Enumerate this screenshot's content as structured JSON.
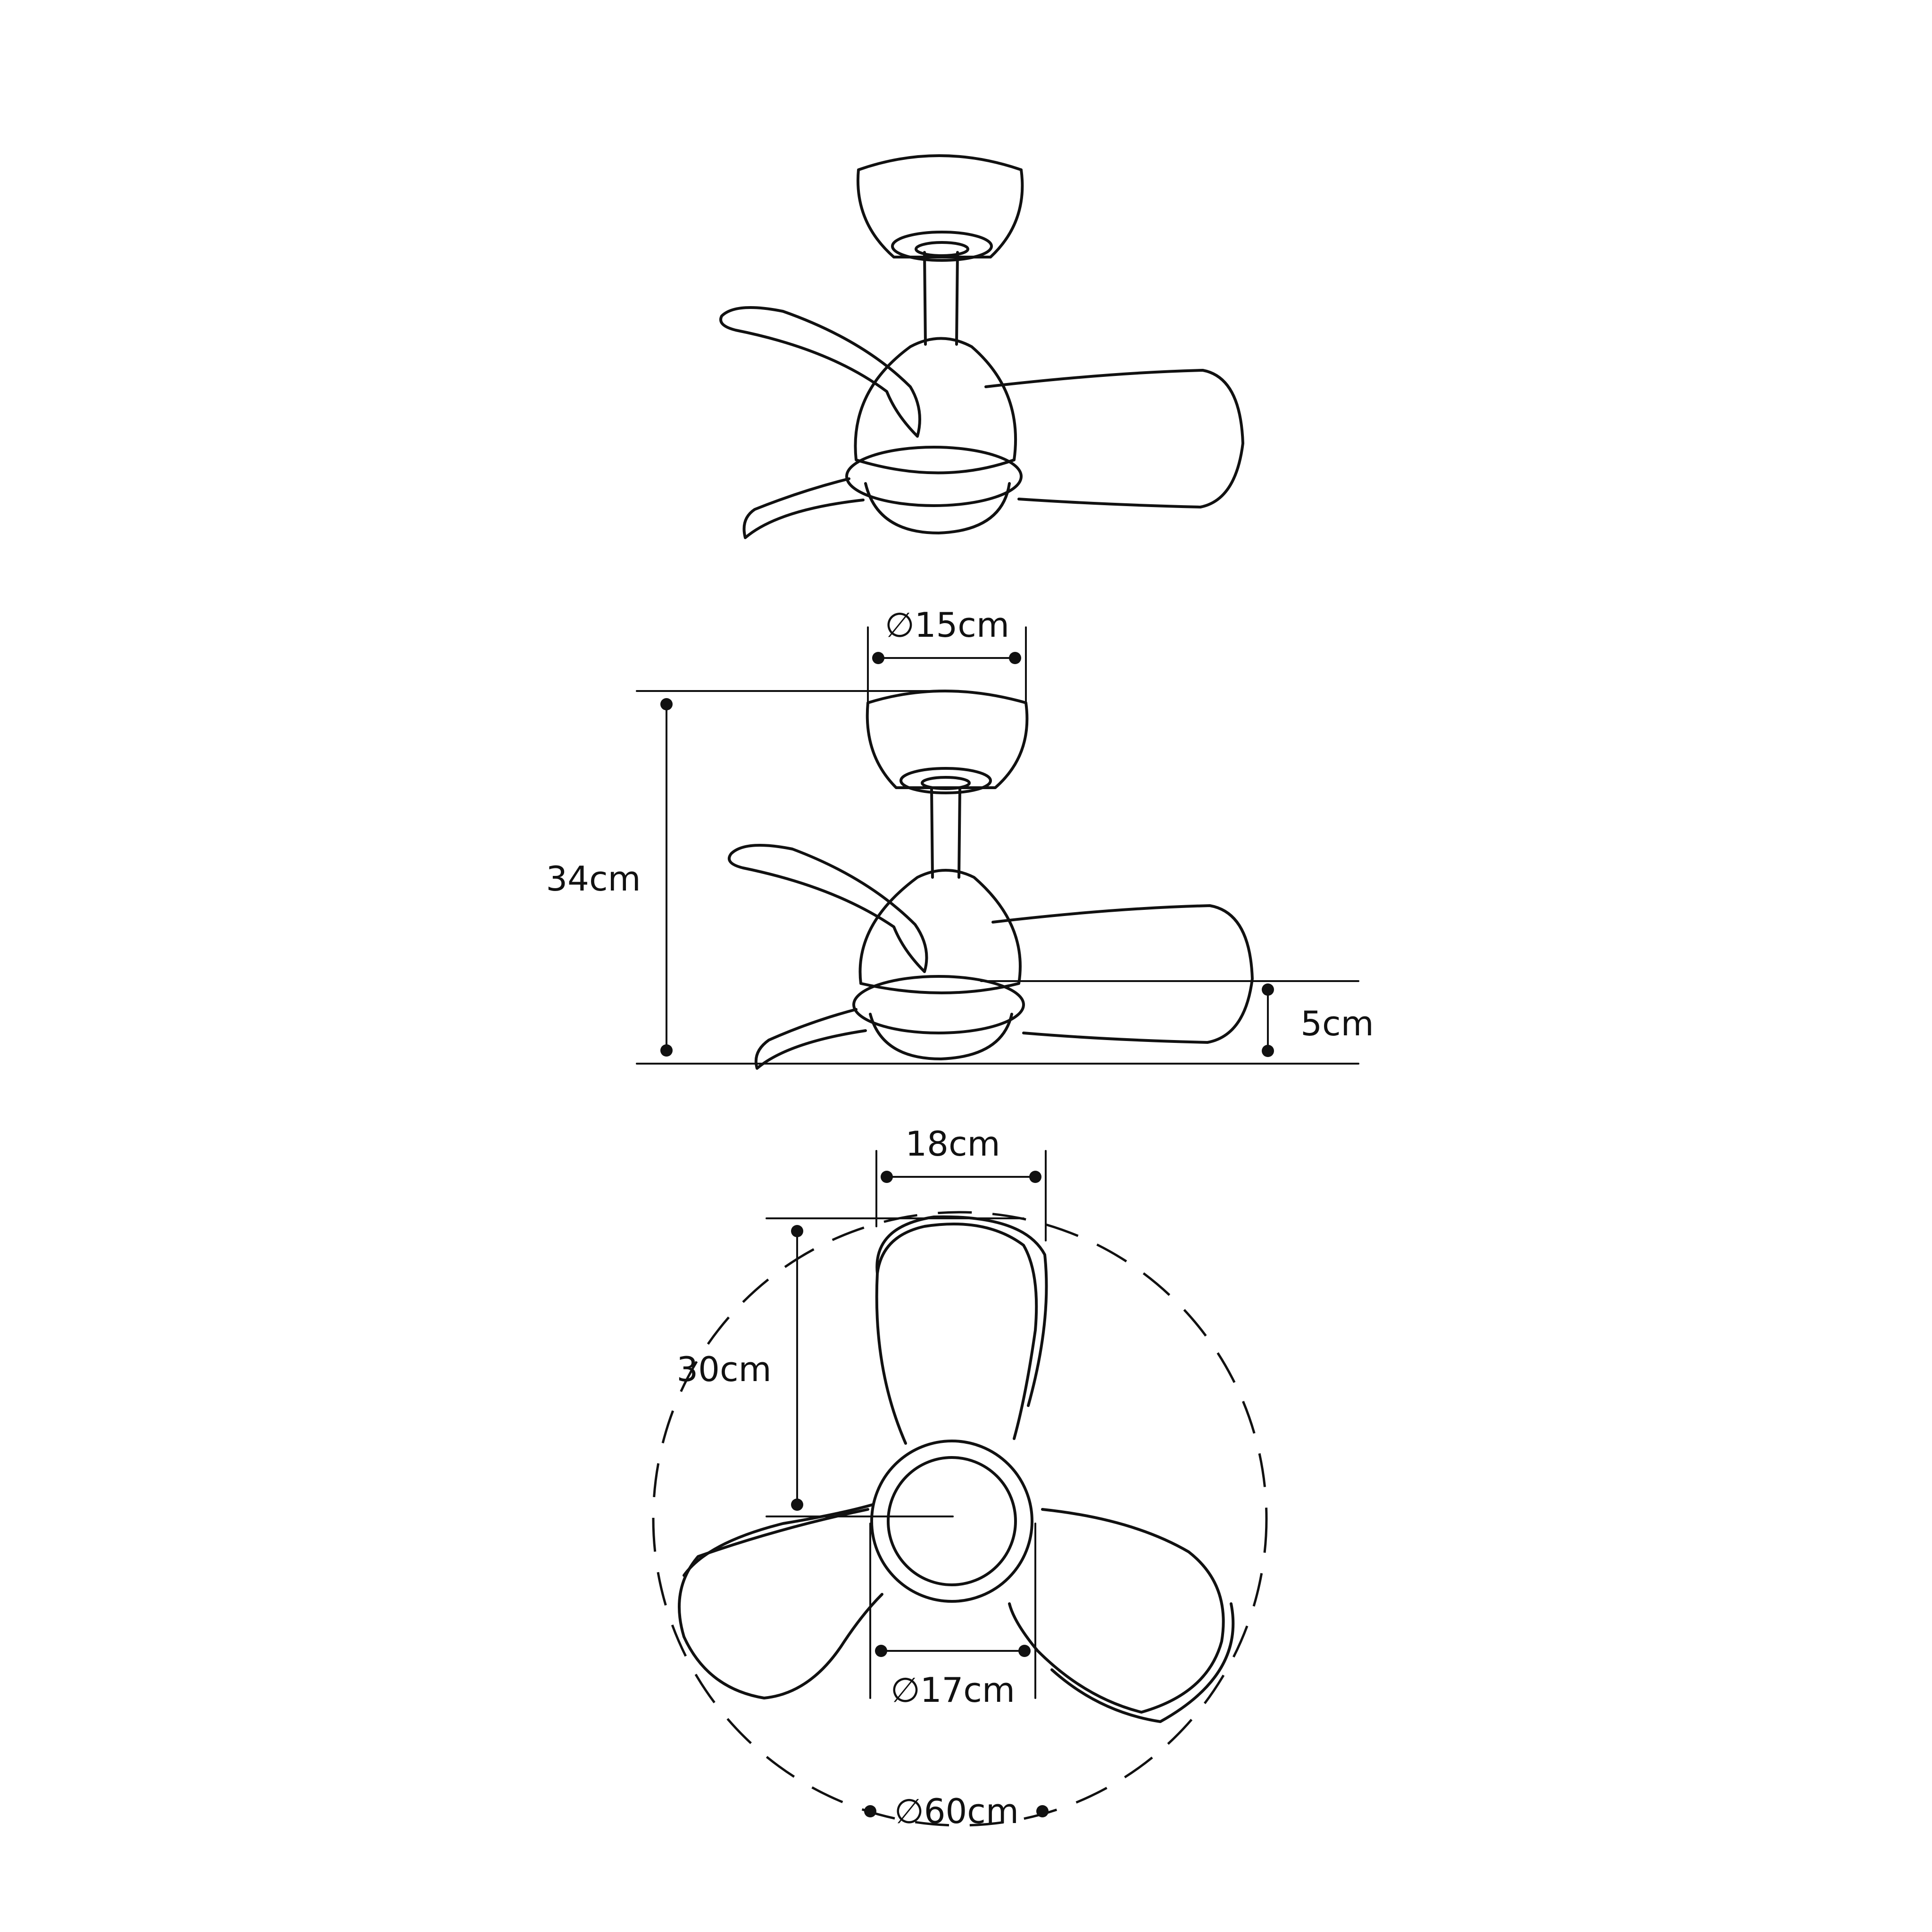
{
  "diagram": {
    "labels": {
      "canopy_diameter": "∅15cm",
      "total_height": "34cm",
      "light_height": "5cm",
      "blade_width": "18cm",
      "blade_length": "30cm",
      "light_diameter": "∅17cm",
      "fan_diameter": "∅60cm"
    }
  }
}
